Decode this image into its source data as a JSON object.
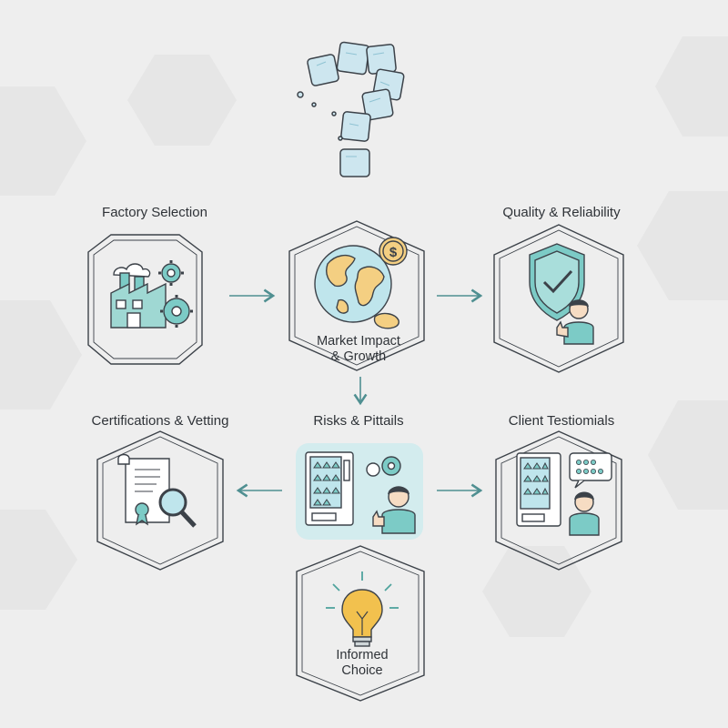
{
  "nodes": {
    "factory": {
      "title": "Factory Selection"
    },
    "market": {
      "line1": "Market Impact",
      "line2": "& Growth"
    },
    "quality": {
      "title": "Quality & Reliability"
    },
    "certifications": {
      "title": "Certifications & Vetting"
    },
    "risks": {
      "title": "Risks & Pittails"
    },
    "testimonials": {
      "title": "Client Testiomials"
    },
    "informed": {
      "line1": "Informed",
      "line2": "Choice"
    }
  },
  "icons": {
    "top": "ice-cube-question-mark-icon",
    "factory": "factory-gears-icon",
    "market": "globe-dollar-icon",
    "quality": "shield-check-person-icon",
    "certifications": "certificate-magnifier-icon",
    "risks": "vending-machine-person-icon",
    "testimonials": "vending-machine-review-icon",
    "informed": "lightbulb-icon"
  },
  "colors": {
    "background": "#eeeeee",
    "outline": "#3c4249",
    "accent": "#7ccbc6",
    "accent_dark": "#4fa39d",
    "highlight_panel": "#d3ecee",
    "arrow": "#4f8f91",
    "bulb": "#f2c14e"
  }
}
